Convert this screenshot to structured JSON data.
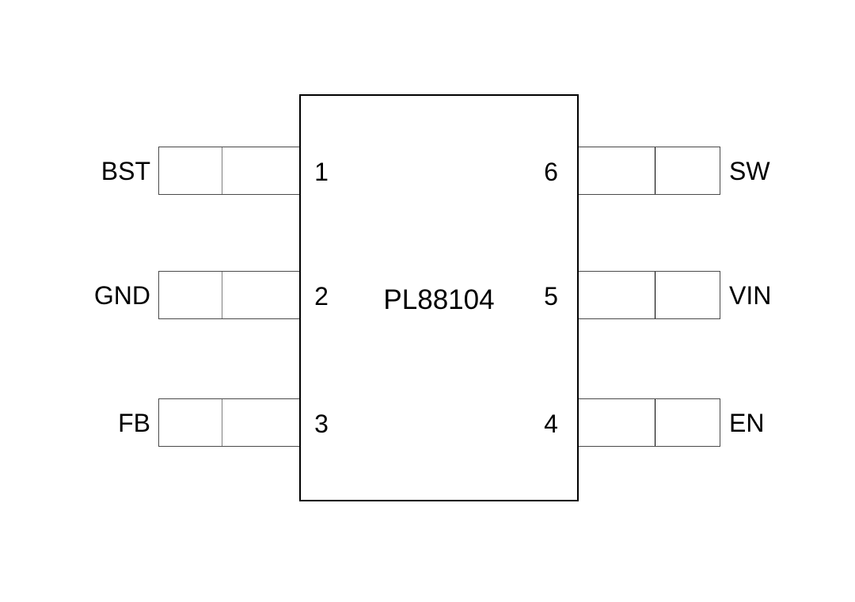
{
  "chip": {
    "title": "PL88104"
  },
  "pins": {
    "left": [
      {
        "number": "1",
        "label": "BST"
      },
      {
        "number": "2",
        "label": "GND"
      },
      {
        "number": "3",
        "label": "FB"
      }
    ],
    "right": [
      {
        "number": "6",
        "label": "SW"
      },
      {
        "number": "5",
        "label": "VIN"
      },
      {
        "number": "4",
        "label": "EN"
      }
    ]
  },
  "colors": {
    "background": "#ffffff",
    "chip_outline": "#000000",
    "pad_outline": "#4a4a4a",
    "pad_divider_left": "#808080",
    "pad_divider_right": "#000000",
    "text": "#000000"
  }
}
